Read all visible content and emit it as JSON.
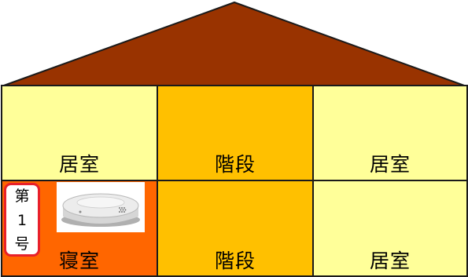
{
  "house": {
    "upper_floor": [
      {
        "room": "居室",
        "fill": "#ffff99"
      },
      {
        "room": "階段",
        "fill": "#ffc000"
      },
      {
        "room": "居室",
        "fill": "#ffff99"
      }
    ],
    "lower_floor": [
      {
        "room": "寝室",
        "fill": "#ff6600",
        "has_detector": true
      },
      {
        "room": "階段",
        "fill": "#ffc000"
      },
      {
        "room": "居室",
        "fill": "#ffff99"
      }
    ],
    "roof_color": "#993300"
  },
  "badge": {
    "line1": "第",
    "line2": "1",
    "line3": "号",
    "border_color": "#e8202a"
  },
  "detector": {
    "icon": "smoke-detector-icon"
  }
}
